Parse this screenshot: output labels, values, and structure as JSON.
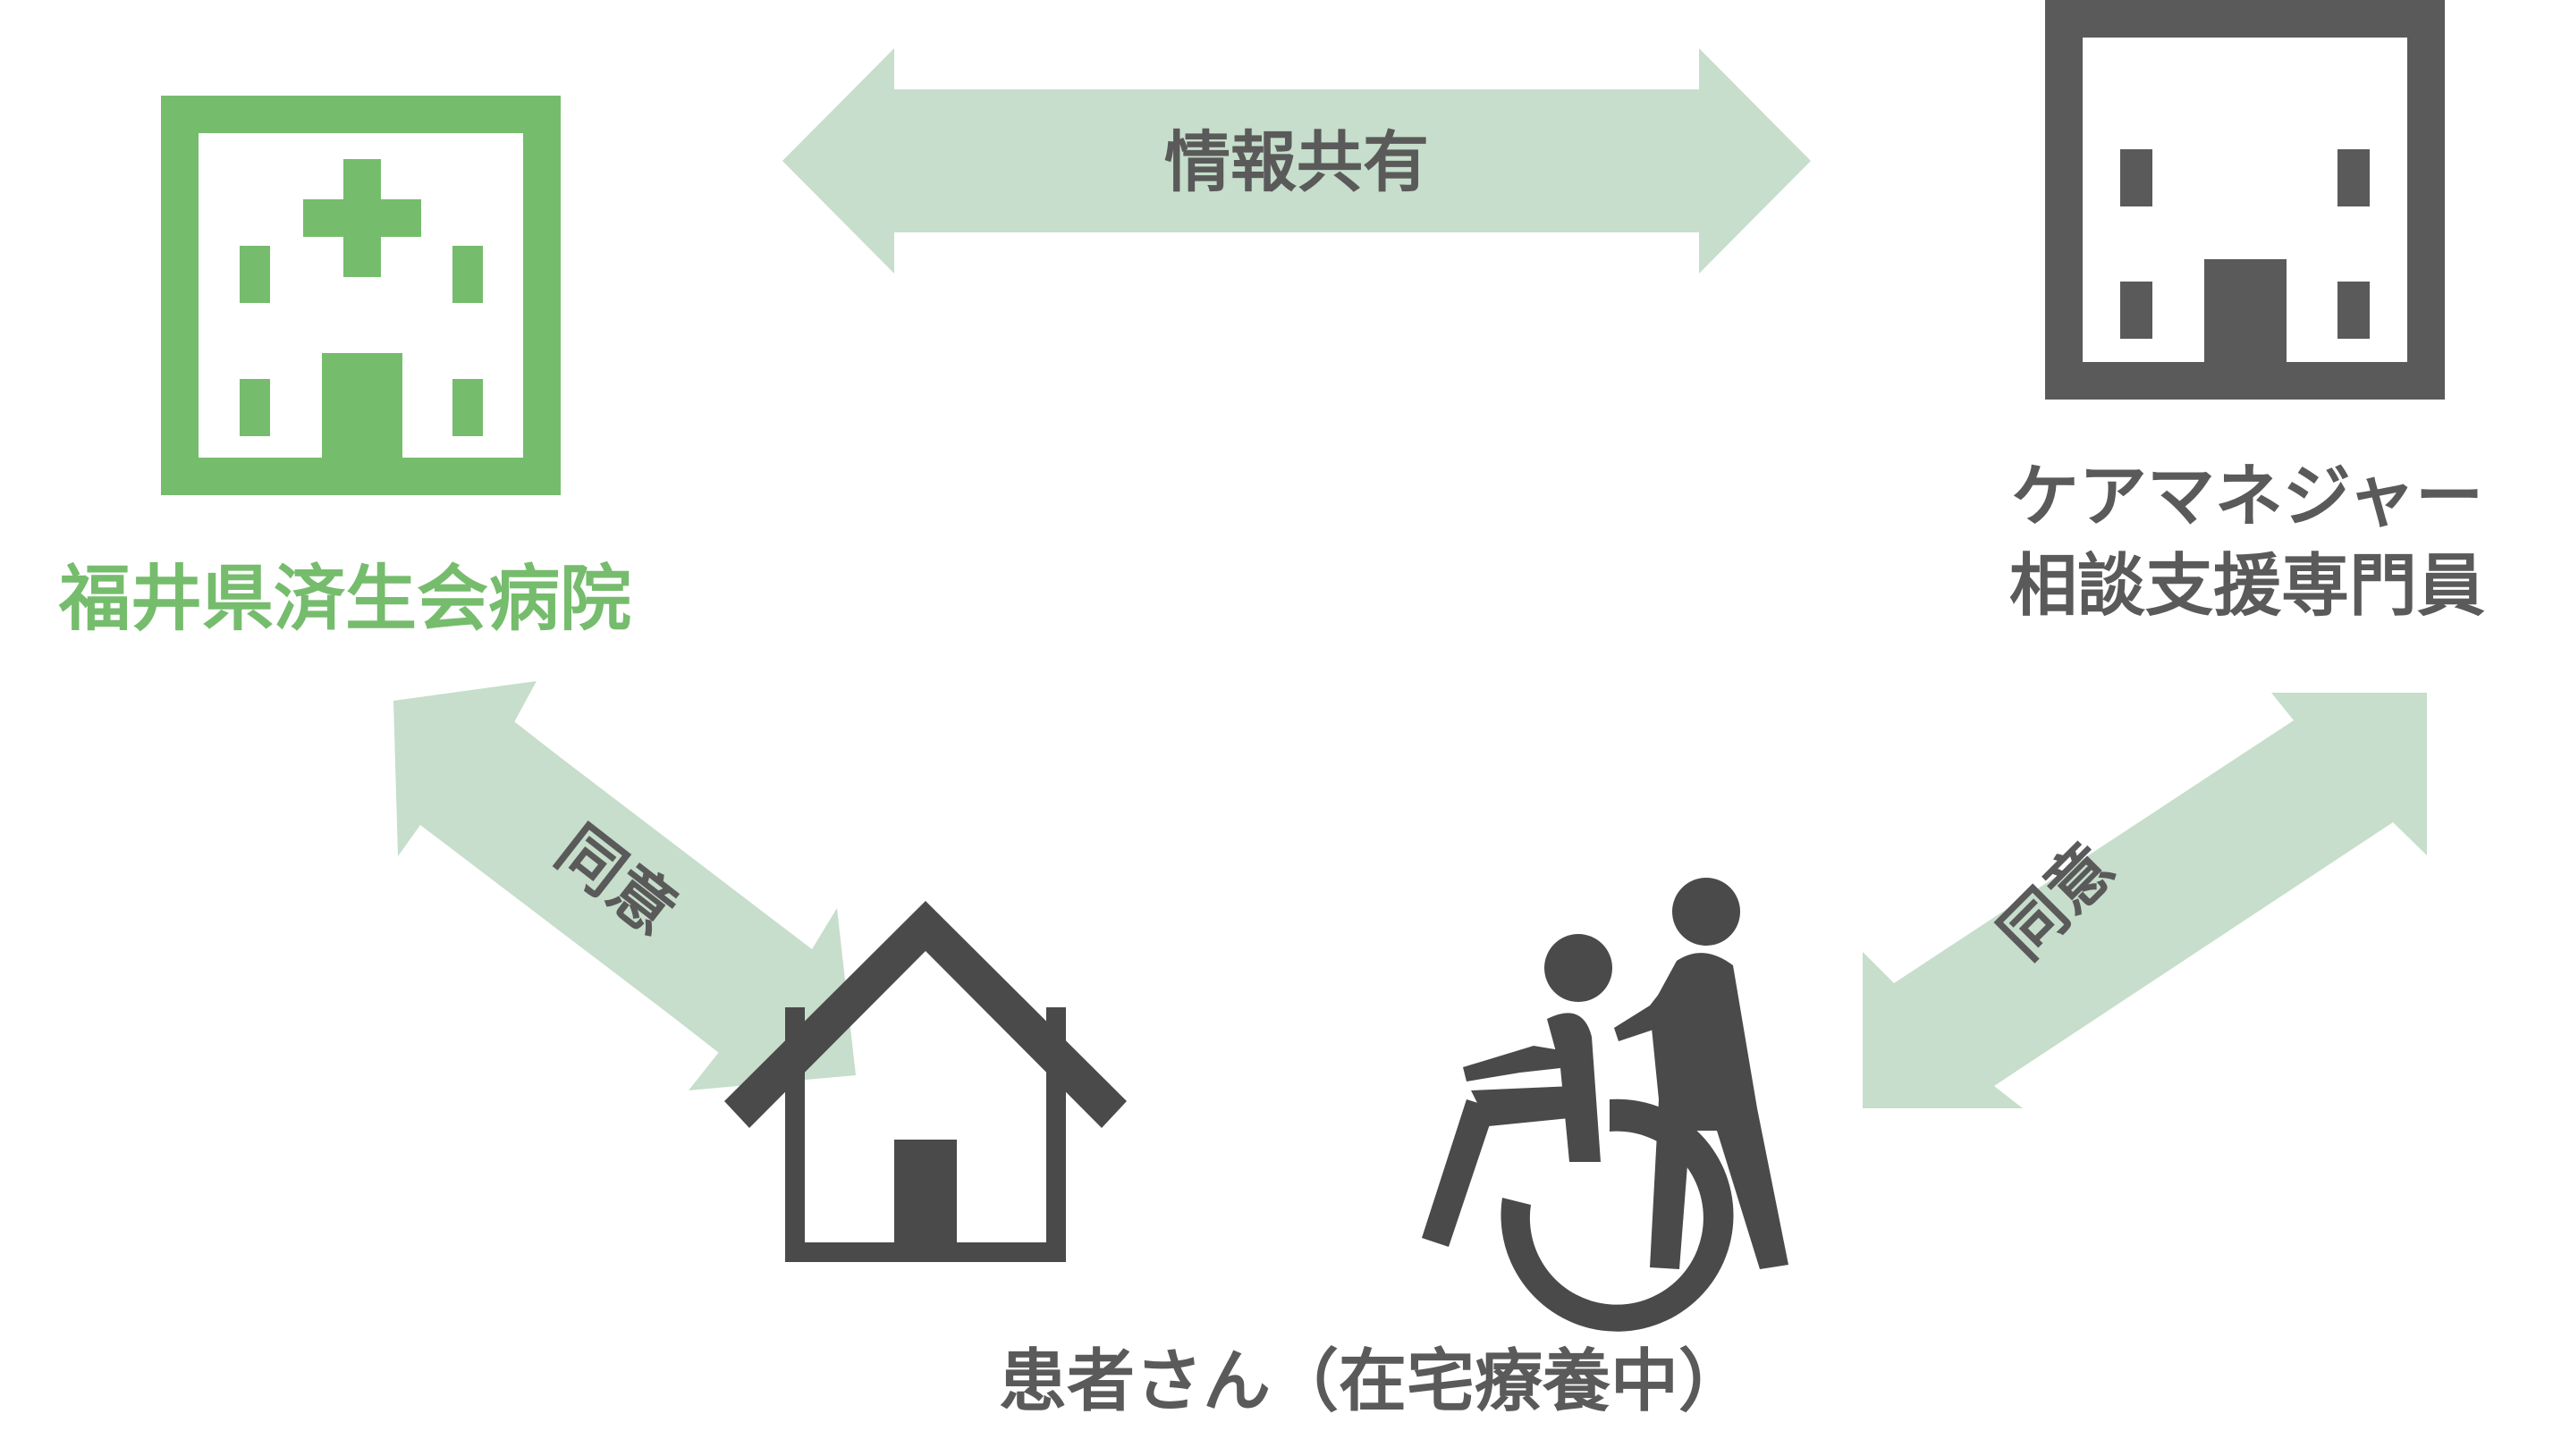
{
  "colors": {
    "hospital_green": "#76bc6d",
    "dark_gray": "#5a5a5a",
    "arrow_green": "#c6decb",
    "white": "#ffffff"
  },
  "hospital": {
    "icon": "hospital-building-icon",
    "label": "福井県済生会病院"
  },
  "care_manager": {
    "icon": "office-building-icon",
    "label_line1": "ケアマネジャー",
    "label_line2": "相談支援専門員"
  },
  "patient": {
    "icons": [
      "house-icon",
      "wheelchair-caregiver-icon"
    ],
    "label": "患者さん（在宅療養中）"
  },
  "arrows": {
    "top": {
      "label": "情報共有"
    },
    "left": {
      "label": "同意"
    },
    "right": {
      "label": "同意"
    }
  }
}
